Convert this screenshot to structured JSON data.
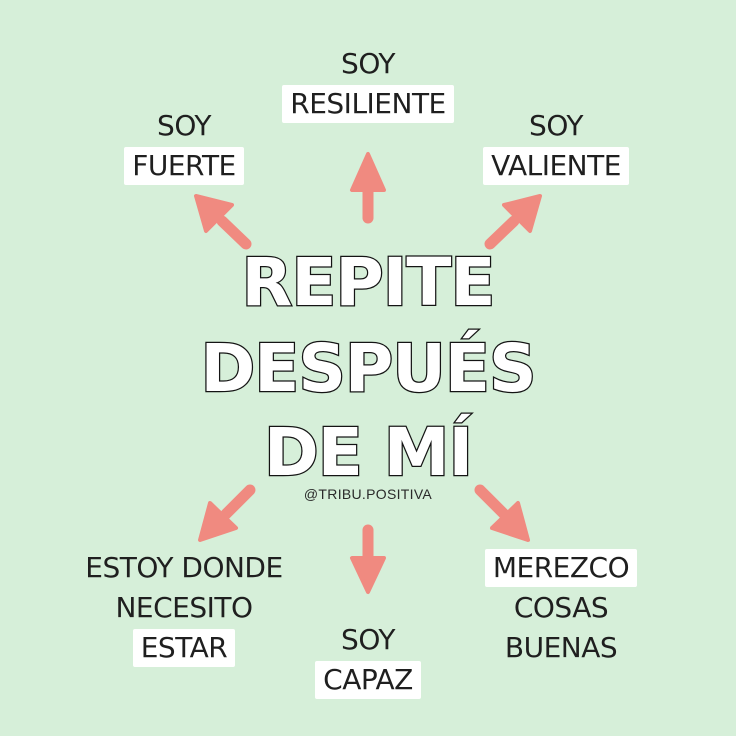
{
  "title": {
    "line1": "REPITE",
    "line2": "DESPUÉS",
    "line3": "DE MÍ"
  },
  "handle": "@TRIBU.POSITIVA",
  "phrases": {
    "resiliente": {
      "line1": "SOY",
      "line2": "RESILIENTE"
    },
    "fuerte": {
      "line1": "SOY",
      "line2": "FUERTE"
    },
    "valiente": {
      "line1": "SOY",
      "line2": "VALIENTE"
    },
    "estoy": {
      "line1": "ESTOY DONDE",
      "line2": "NECESITO",
      "line3": "ESTAR"
    },
    "capaz": {
      "line1": "SOY",
      "line2": "CAPAZ"
    },
    "merezco": {
      "line1": "MEREZCO",
      "line2": "COSAS",
      "line3": "BUENAS"
    }
  },
  "colors": {
    "background": "#d6efd9",
    "arrow": "#f08a80",
    "highlight": "#ffffff",
    "text": "#1f1f1f"
  },
  "icons": [
    "arrow-up-icon",
    "arrow-up-left-icon",
    "arrow-up-right-icon",
    "arrow-down-left-icon",
    "arrow-down-icon",
    "arrow-down-right-icon"
  ]
}
